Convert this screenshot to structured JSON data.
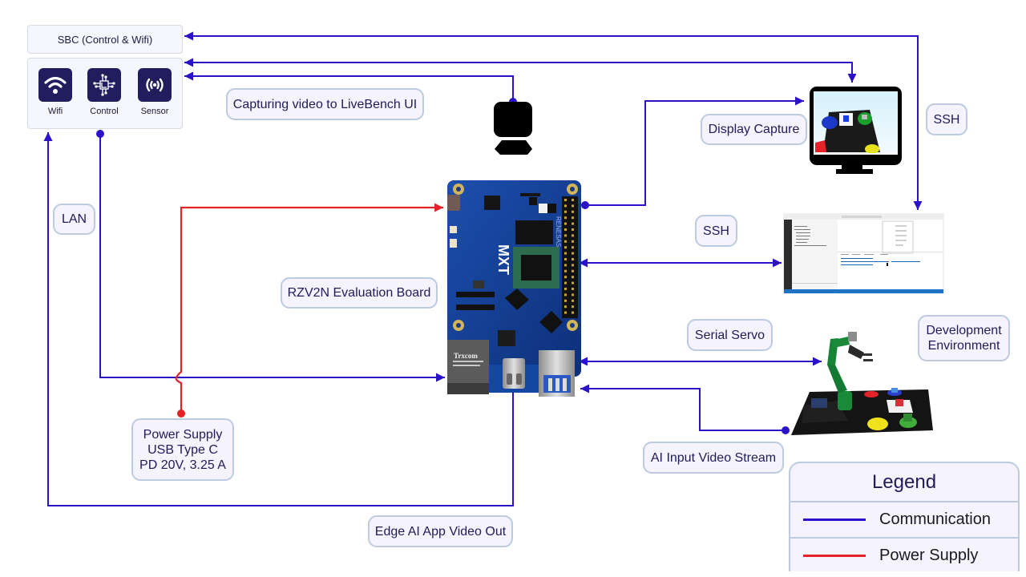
{
  "colors": {
    "communication": "#2a12c9",
    "power": "#e62229",
    "label_text": "#211b58",
    "icon_tile": "#221d5d"
  },
  "sbc": {
    "title": "SBC (Control & Wifi)",
    "items": [
      {
        "label": "Wifi",
        "icon": "wifi-icon"
      },
      {
        "label": "Control",
        "icon": "circuit-chip-icon"
      },
      {
        "label": "Sensor",
        "icon": "sensor-broadcast-icon"
      }
    ]
  },
  "labels": {
    "capturing_video": "Capturing video to LiveBench UI",
    "display_capture": "Display Capture",
    "ssh_top": "SSH",
    "ssh_mid": "SSH",
    "lan": "LAN",
    "board": "RZV2N Evaluation Board",
    "serial_servo": "Serial Servo",
    "dev_env": [
      "Development",
      "Environment"
    ],
    "power_supply": [
      "Power Supply",
      "USB Type C",
      "PD 20V, 3.25 A"
    ],
    "ai_input": "AI Input Video Stream",
    "edge_out": "Edge AI App Video Out"
  },
  "board_markings": {
    "ethernet_brand": "Trxcom",
    "logo": "MXT",
    "vendor": "RENESAS"
  },
  "legend": {
    "title": "Legend",
    "items": [
      {
        "label": "Communication",
        "color": "#2a12c9"
      },
      {
        "label": "Power Supply",
        "color": "#e62229"
      }
    ]
  }
}
